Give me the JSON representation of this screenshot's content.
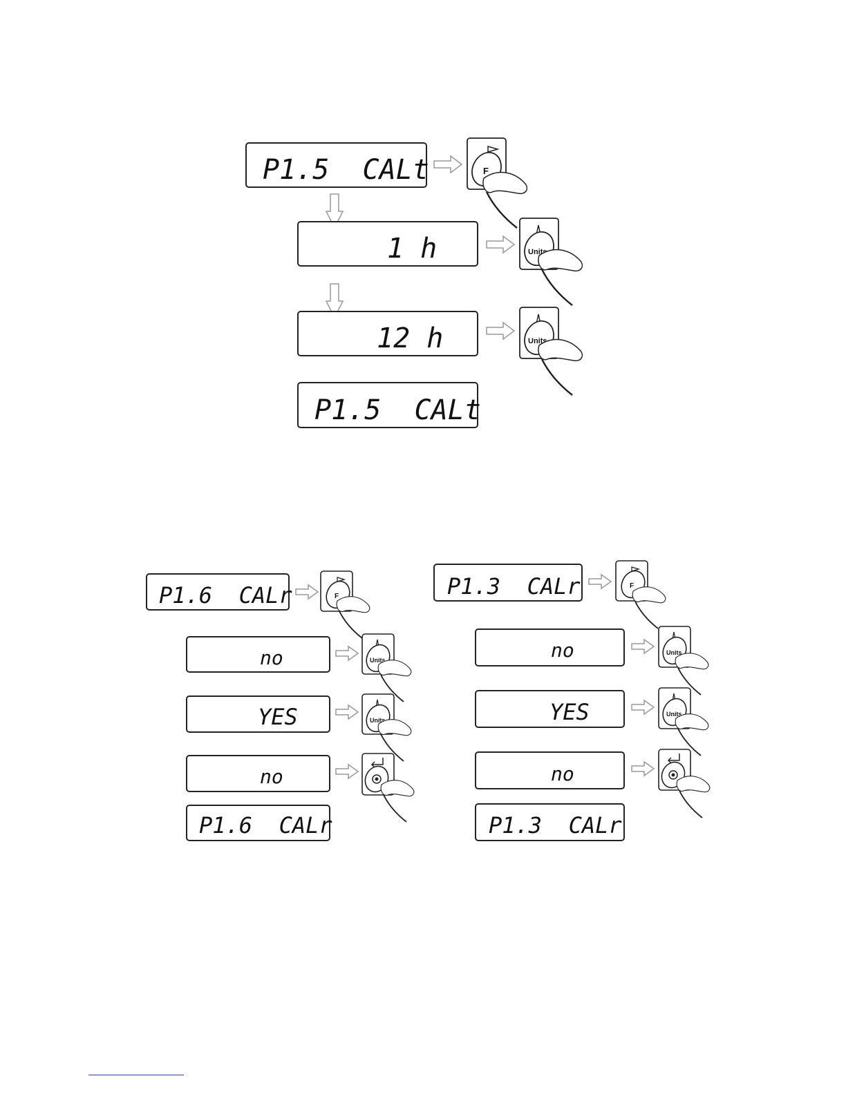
{
  "displays": {
    "p15_top": "P1.5  CALt",
    "p15_1h": "1 h",
    "p15_12h": "12 h",
    "p15_bottom": "P1.5  CALt",
    "p16_top": "P1.6  CALr",
    "p16_no1": "no",
    "p16_yes": "YES",
    "p16_no2": "no",
    "p16_bottom": "P1.6  CALr",
    "p13_top": "P1.3  CALr",
    "p13_no1": "no",
    "p13_yes": "YES",
    "p13_no2": "no",
    "p13_bottom": "P1.3  CALr"
  },
  "buttons": {
    "f_label": "F",
    "units_label": "Units",
    "f_icon": "right-triangle-icon",
    "units_icon": "up-triangle-icon",
    "enter_icon": "enter-arrow-icon"
  },
  "colors": {
    "line": "#222222",
    "arrow": "#999999",
    "footer_rule": "#2b3fb0"
  }
}
